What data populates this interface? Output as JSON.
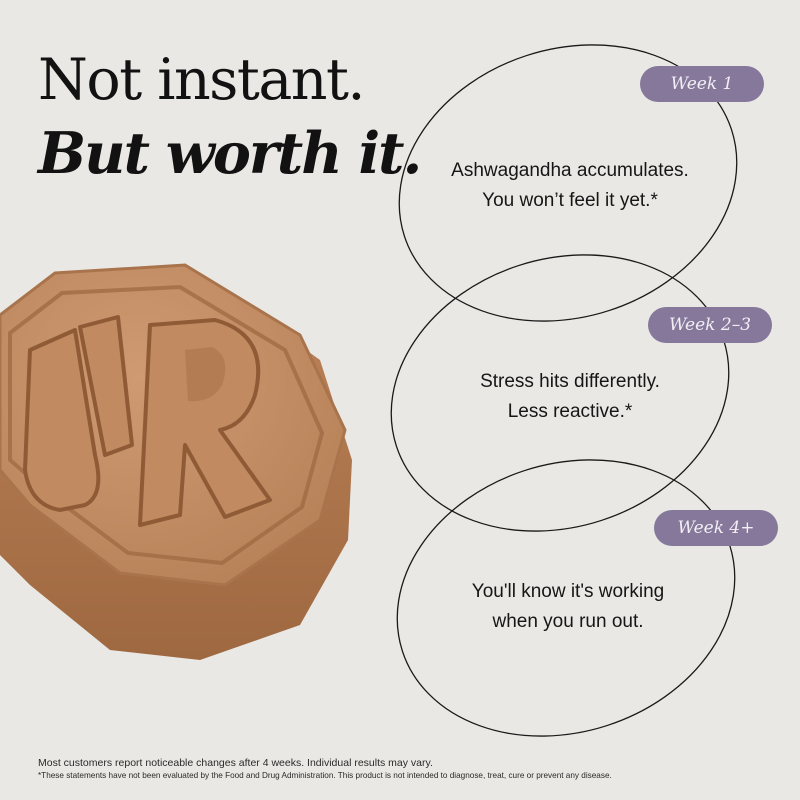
{
  "headline": {
    "line1": "Not instant.",
    "line2": "But worth it."
  },
  "gummy": {
    "emboss": "UR",
    "color": "#c48e66"
  },
  "stages": [
    {
      "label": "Week 1",
      "lines": [
        "Ashwagandha accumulates.",
        "You won’t feel it yet.*"
      ]
    },
    {
      "label": "Week 2–3",
      "lines": [
        "Stress hits differently.",
        "Less reactive.*"
      ]
    },
    {
      "label": "Week 4+",
      "lines": [
        "You'll know it's working",
        "when you run out."
      ]
    }
  ],
  "footer": {
    "note": "Most customers report noticeable changes after 4 weeks. Individual results may vary.",
    "disclaimer": "*These statements have not been evaluated by the Food and Drug Administration. This product is not intended to diagnose, treat, cure or prevent any disease."
  },
  "colors": {
    "background": "#e9e8e5",
    "pill": "#85789a",
    "text": "#111111"
  }
}
